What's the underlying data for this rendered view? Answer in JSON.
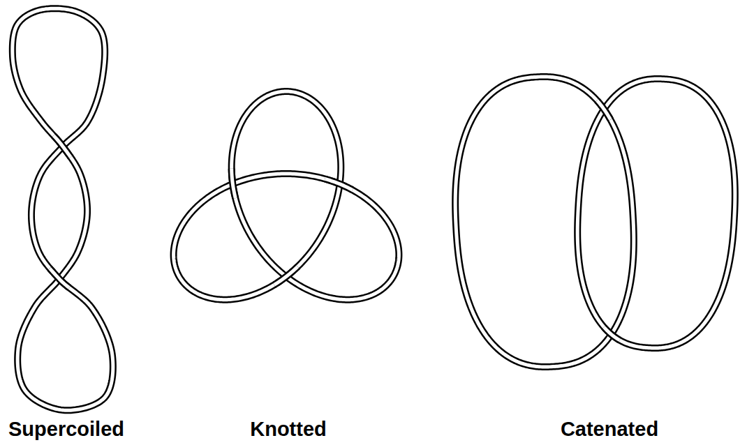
{
  "diagram": {
    "labels": [
      "Supercoiled",
      "Knotted",
      "Catenated"
    ]
  }
}
